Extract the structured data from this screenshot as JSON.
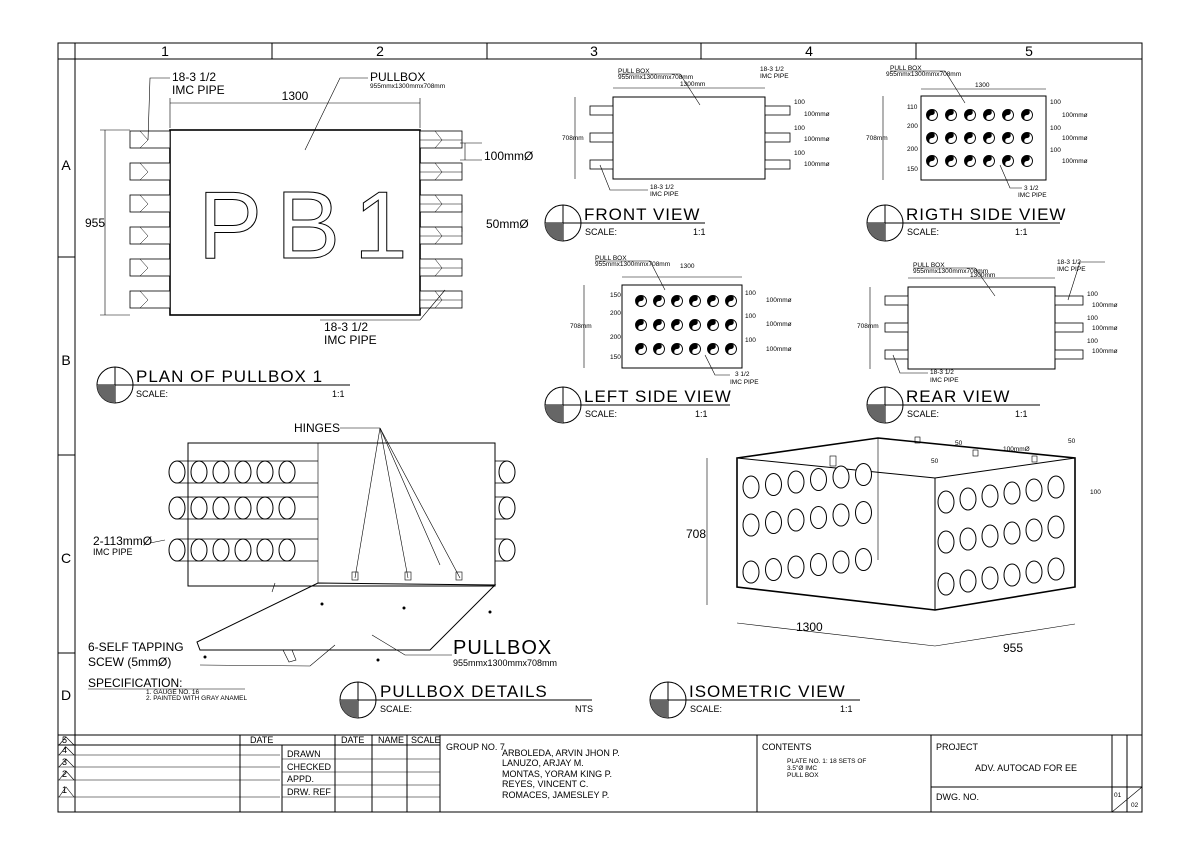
{
  "grid": {
    "columns": [
      "1",
      "2",
      "3",
      "4",
      "5"
    ],
    "rows": [
      "A",
      "B",
      "C",
      "D"
    ]
  },
  "plan": {
    "pipe_top_label_1": "18-3 1/2",
    "pipe_top_label_2": "IMC PIPE",
    "pullbox_label": "PULLBOX",
    "pullbox_size": "955mmx1300mmx708mm",
    "width_dim": "1300",
    "height_dim": "955",
    "big_label": "PB1",
    "dia_100": "100mmØ",
    "dia_50": "50mmØ",
    "pipe_bottom_label_1": "18-3 1/2",
    "pipe_bottom_label_2": "IMC PIPE",
    "title": "PLAN OF PULLBOX 1",
    "scale_label": "SCALE:",
    "scale_value": "1:1"
  },
  "front_view": {
    "pullbox_label": "PULL BOX",
    "pullbox_size": "955mmx1300mmx708mm",
    "width_dim": "1300mm",
    "height_dim": "708mm",
    "pipe_label_1": "18-3 1/2",
    "pipe_label_2": "IMC PIPE",
    "right_dims": [
      "100",
      "100mmø",
      "100",
      "100mmø",
      "100",
      "100mmø"
    ],
    "title": "FRONT VIEW",
    "scale_label": "SCALE:",
    "scale_value": "1:1"
  },
  "right_side_view": {
    "pullbox_label": "PULL BOX",
    "pullbox_size": "955mmx1300mmx708mm",
    "width_dim": "1300",
    "height_dim": "708mm",
    "left_dims": [
      "110",
      "200",
      "200",
      "150"
    ],
    "right_dims": [
      "100",
      "100mmø",
      "100",
      "100mmø",
      "100",
      "100mmø"
    ],
    "pipe_label_1": "3 1/2",
    "pipe_label_2": "IMC PIPE",
    "title": "RIGTH SIDE VIEW",
    "scale_label": "SCALE:",
    "scale_value": "1:1"
  },
  "left_side_view": {
    "pullbox_label": "PULL BOX",
    "pullbox_size": "955mmx1300mmx708mm",
    "width_dim": "1300",
    "height_dim": "708mm",
    "left_dims": [
      "150",
      "200",
      "200",
      "150"
    ],
    "right_dims": [
      "100",
      "100mmø",
      "100",
      "100mmø",
      "100",
      "100mmø"
    ],
    "pipe_label_1": "3 1/2",
    "pipe_label_2": "IMC PIPE",
    "title": "LEFT SIDE VIEW",
    "scale_label": "SCALE:",
    "scale_value": "1:1"
  },
  "rear_view": {
    "pullbox_label": "PULL BOX",
    "pullbox_size": "955mmx1300mmx708mm",
    "width_dim": "1300mm",
    "height_dim": "708mm",
    "pipe_top_1": "18-3 1/2",
    "pipe_top_2": "IMC PIPE",
    "pipe_bottom_1": "18-3 1/2",
    "pipe_bottom_2": "IMC PIPE",
    "right_dims": [
      "100",
      "100mmø",
      "100",
      "100mmø",
      "100",
      "100mmø"
    ],
    "title": "REAR VIEW",
    "scale_label": "SCALE:",
    "scale_value": "1:1"
  },
  "details": {
    "hinges": "HINGES",
    "pipe_label_1": "2-113mmØ",
    "pipe_label_2": "IMC PIPE",
    "screw_1": "6-SELF TAPPING",
    "screw_2": "SCEW (5mmØ)",
    "pullbox_label": "PULLBOX",
    "pullbox_size": "955mmx1300mmx708mm",
    "spec_title": "SPECIFICATION:",
    "spec_1": "1.  GAUGE NO. 16",
    "spec_2": "2.  PAINTED WITH GRAY ANAMEL",
    "title": "PULLBOX DETAILS",
    "scale_label": "SCALE:",
    "scale_value": "NTS"
  },
  "isometric": {
    "dim_50_a": "50",
    "dim_50_b": "50",
    "dim_50_c": "50",
    "dia": "100mmØ",
    "dim_100": "100",
    "height_dim": "708",
    "width_dim": "1300",
    "depth_dim": "955",
    "title": "ISOMETRIC VIEW",
    "scale_label": "SCALE:",
    "scale_value": "1:1"
  },
  "title_block": {
    "rev_numbers": [
      "5",
      "4",
      "3",
      "2",
      "1"
    ],
    "date_header": "DATE",
    "date_header_2": "DATE",
    "name_header": "NAME",
    "scale_header": "SCALE",
    "rows": [
      "DRAWN",
      "CHECKED",
      "APPD.",
      "DRW. REF"
    ],
    "group": "GROUP NO. 7",
    "members": [
      "ARBOLEDA, ARVIN JHON P.",
      "LANUZO, ARJAY M.",
      "MONTAS, YORAM KING P.",
      "REYES, VINCENT C.",
      "ROMACES, JAMESLEY P."
    ],
    "contents_label": "CONTENTS",
    "contents_1": "PLATE NO. 1: 18 SETS OF",
    "contents_2": "3.5\"Ø IMC",
    "contents_3": "PULL BOX",
    "project_label": "PROJECT",
    "project_name": "ADV. AUTOCAD FOR EE",
    "dwg_label": "DWG. NO.",
    "sheet_no": "01",
    "sheet_total": "02"
  }
}
